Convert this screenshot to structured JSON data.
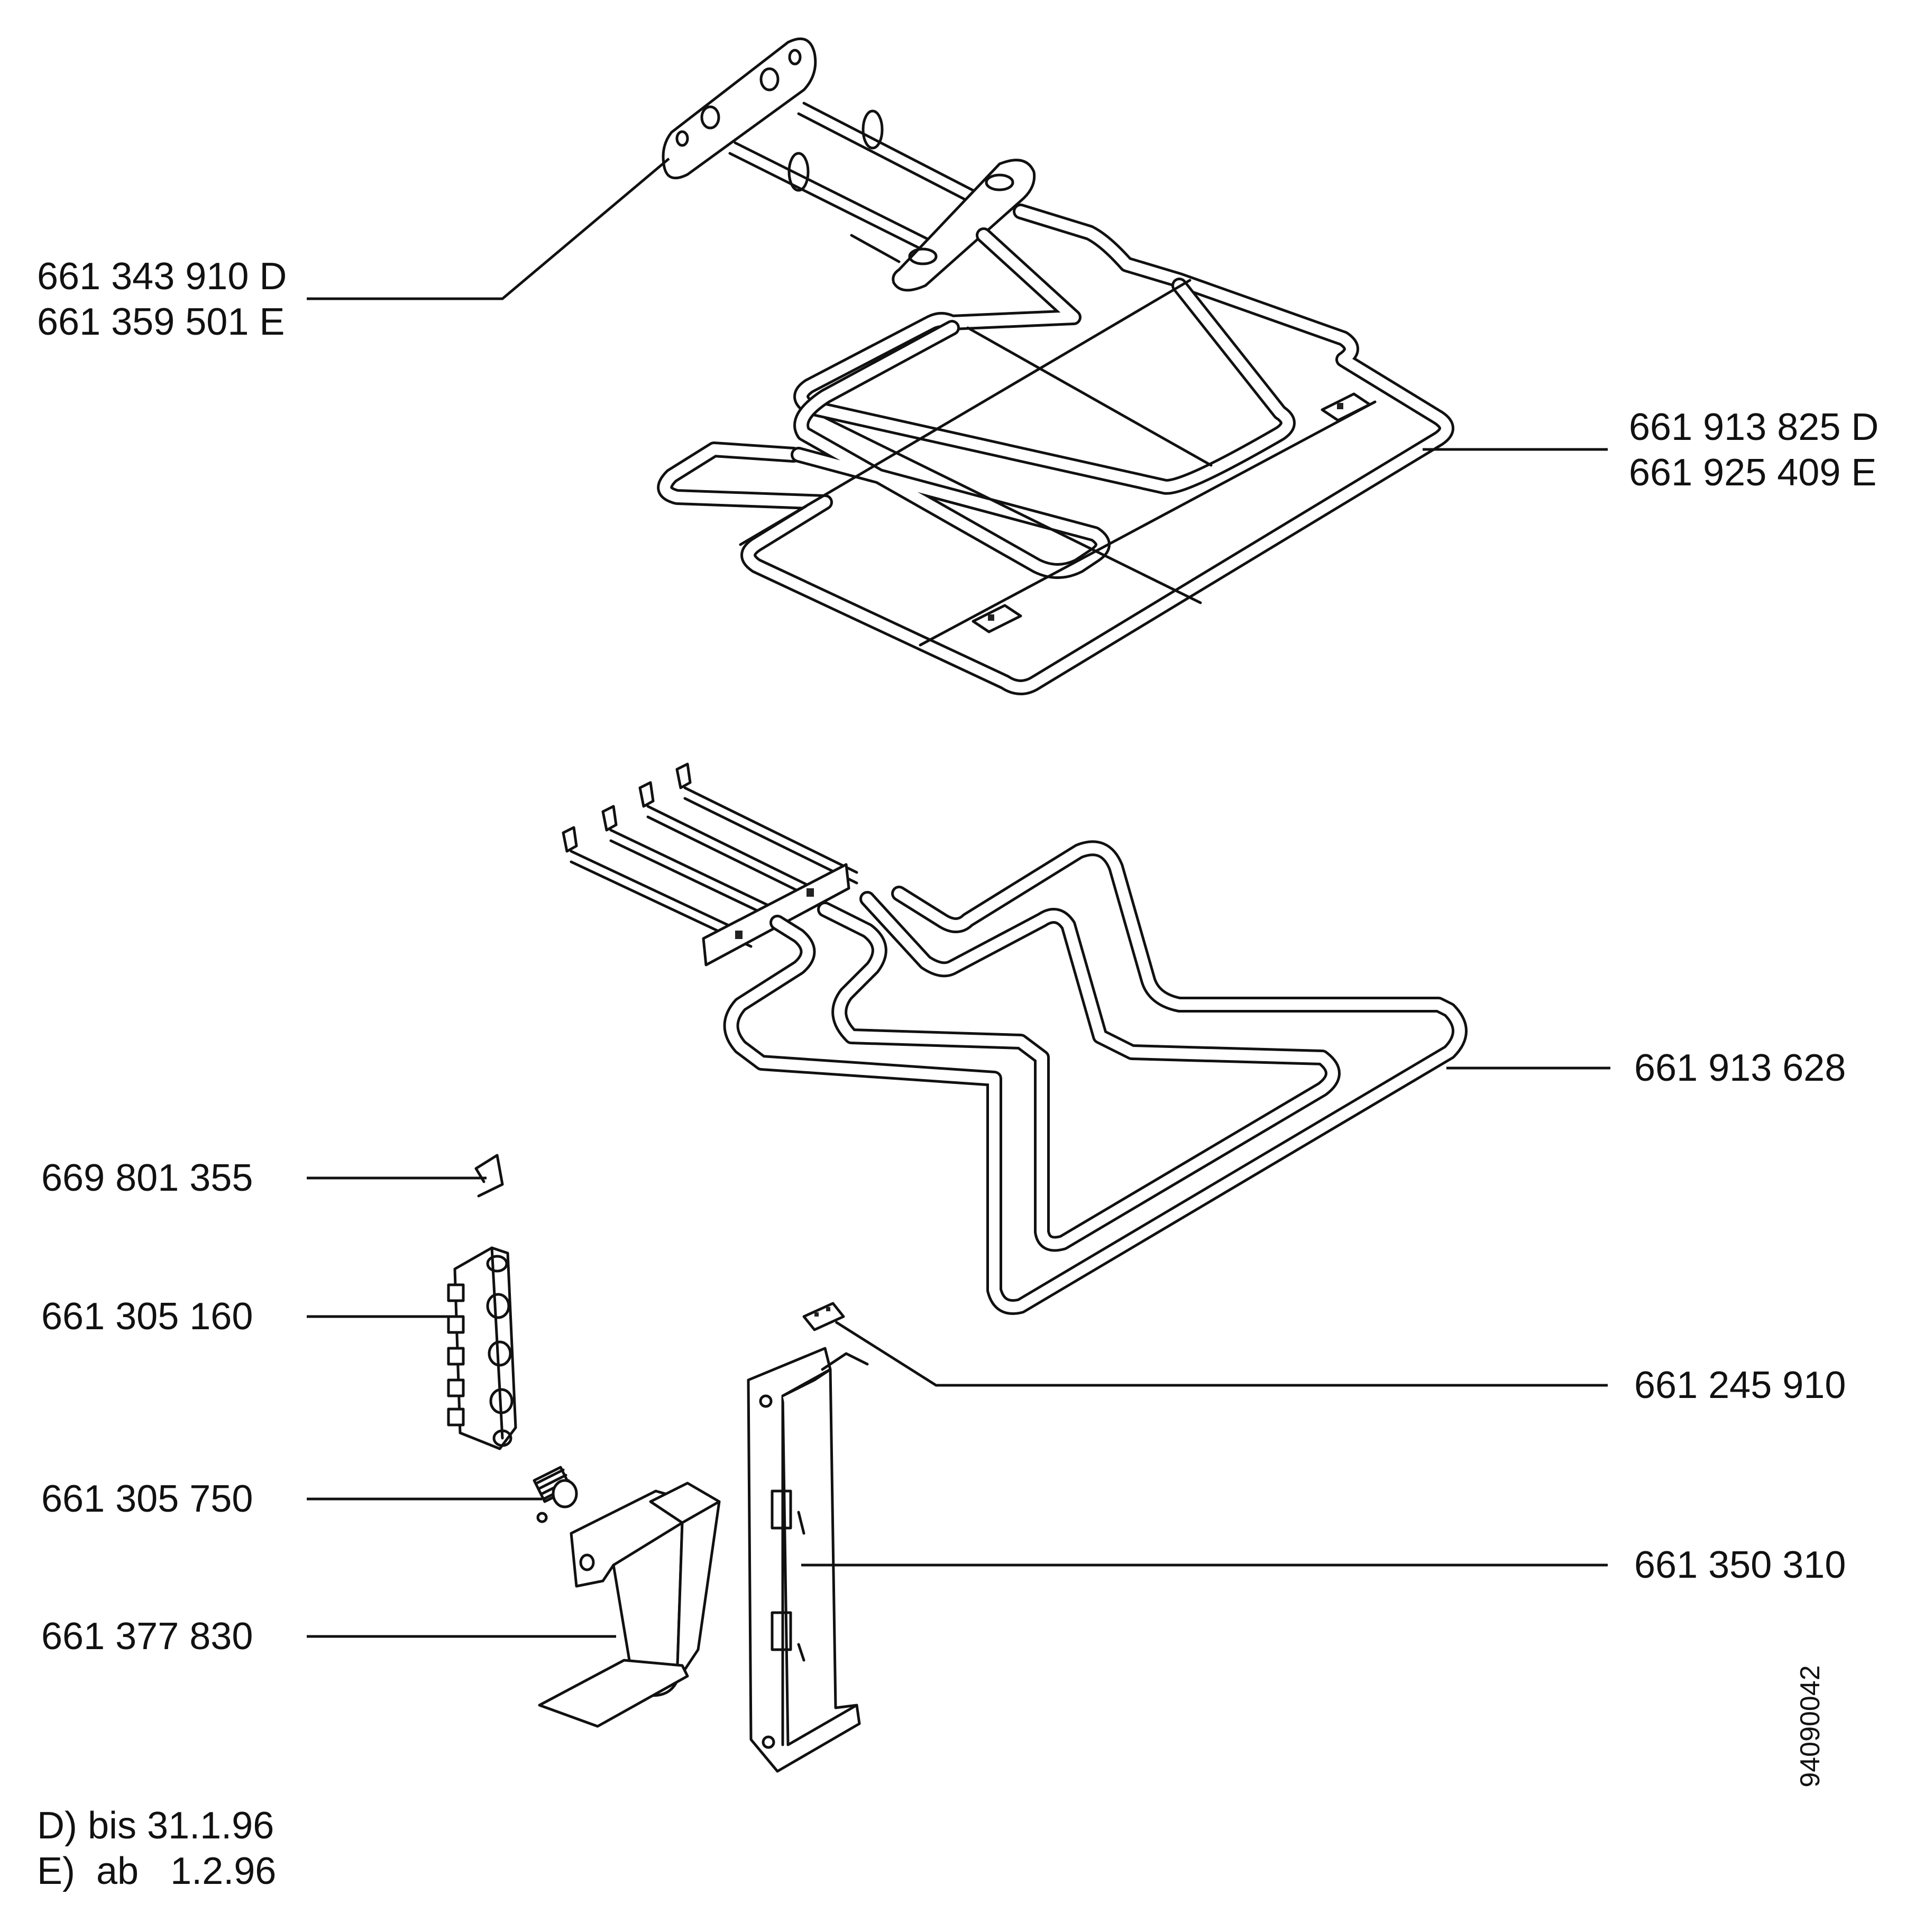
{
  "parts": {
    "top_plate": [
      "661 343 910 D",
      "661 359 501 E"
    ],
    "upper_element": [
      "661 913 825 D",
      "661 925 409 E"
    ],
    "grill_element": "661 913 628",
    "clip": "669 801 355",
    "terminal_block": "661 305 160",
    "spring_screw": "661 305 750",
    "lamp_socket": "661 245 910",
    "mounting_bracket": "661 350 310",
    "holder_tube": "661 377 830"
  },
  "legend": {
    "line1": "D) bis 31.1.96",
    "line2": "E)  ab   1.2.96"
  },
  "drawing_number": "94090042"
}
